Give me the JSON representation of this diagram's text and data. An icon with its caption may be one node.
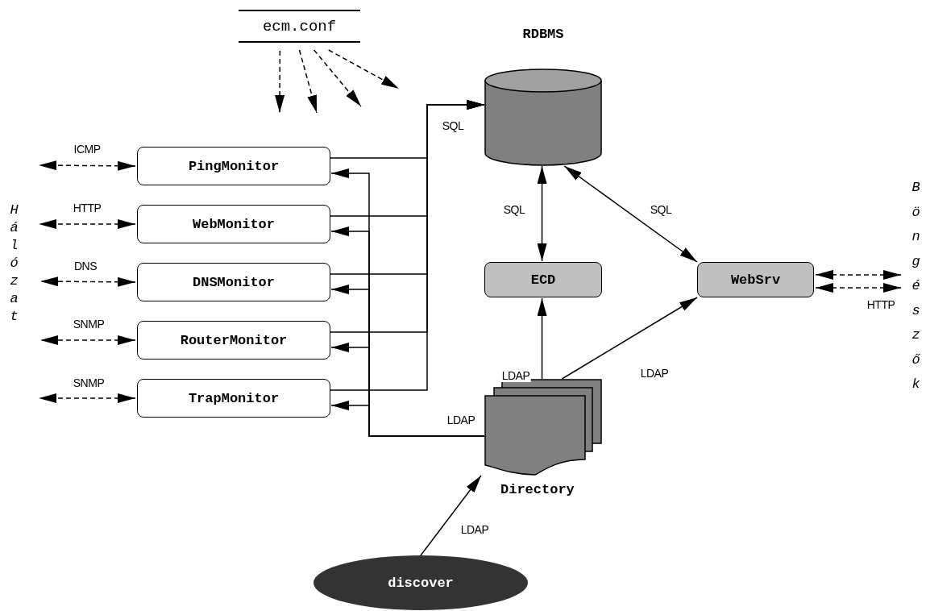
{
  "diagram": {
    "nodes": [
      {
        "text": [
          "ecm.conf"
        ]
      },
      {
        "text": [
          "RDBMS"
        ]
      },
      {
        "text": [
          "PingMonitor"
        ]
      },
      {
        "text": [
          "WebMonitor"
        ]
      },
      {
        "text": [
          "DNSMonitor"
        ]
      },
      {
        "text": [
          "RouterMonitor"
        ]
      },
      {
        "text": [
          "TrapMonitor"
        ]
      },
      {
        "text": [
          "ECD"
        ]
      },
      {
        "text": [
          "WebSrv"
        ]
      },
      {
        "text": [
          "Directory"
        ]
      },
      {
        "text": [
          "discover"
        ]
      },
      {
        "text": [
          "Böngészők"
        ]
      }
    ],
    "edges": [
      {
        "from": 0,
        "to": null,
        "arrow": "to",
        "style": "dashed"
      },
      {
        "from": 0,
        "to": null,
        "arrow": "to",
        "style": "dashed"
      },
      {
        "from": 0,
        "to": null,
        "arrow": "to",
        "style": "dashed"
      },
      {
        "from": 0,
        "to": null,
        "arrow": "to",
        "style": "dashed"
      },
      {
        "from": 2,
        "to": null,
        "arrow": "both",
        "style": "dashed",
        "label": "ICMP"
      },
      {
        "from": 3,
        "to": null,
        "arrow": "both",
        "style": "dashed",
        "label": "HTTP"
      },
      {
        "from": 4,
        "to": null,
        "arrow": "both",
        "style": "dashed",
        "label": "DNS"
      },
      {
        "from": 5,
        "to": null,
        "arrow": "both",
        "style": "dashed",
        "label": "SNMP"
      },
      {
        "from": 6,
        "to": null,
        "arrow": "both",
        "style": "dashed",
        "label": "SNMP"
      },
      {
        "from": 2,
        "to": 1,
        "arrow": "to",
        "label": "SQL"
      },
      {
        "from": 3,
        "to": 1,
        "arrow": "to"
      },
      {
        "from": 4,
        "to": 1,
        "arrow": "to"
      },
      {
        "from": 5,
        "to": 1,
        "arrow": "to"
      },
      {
        "from": 6,
        "to": 1,
        "arrow": "to"
      },
      {
        "from": 9,
        "to": 2,
        "arrow": "to",
        "label": "LDAP"
      },
      {
        "from": 9,
        "to": 3,
        "arrow": "to"
      },
      {
        "from": 9,
        "to": 4,
        "arrow": "to"
      },
      {
        "from": 9,
        "to": 5,
        "arrow": "to"
      },
      {
        "from": 9,
        "to": 6,
        "arrow": "to"
      },
      {
        "from": 1,
        "to": 7,
        "arrow": "both",
        "label": "SQL"
      },
      {
        "from": 1,
        "to": 8,
        "arrow": "both",
        "label": "SQL"
      },
      {
        "from": 9,
        "to": 7,
        "arrow": "to",
        "label": "LDAP"
      },
      {
        "from": 9,
        "to": 8,
        "arrow": "to",
        "label": "LDAP"
      },
      {
        "from": 8,
        "to": 11,
        "arrow": "both",
        "style": "dashed"
      },
      {
        "from": 8,
        "to": 11,
        "arrow": "both",
        "style": "dashed",
        "label": "HTTP"
      },
      {
        "from": 10,
        "to": 9,
        "arrow": "to",
        "label": "LDAP"
      }
    ],
    "labels": [
      "Hálózat"
    ]
  }
}
